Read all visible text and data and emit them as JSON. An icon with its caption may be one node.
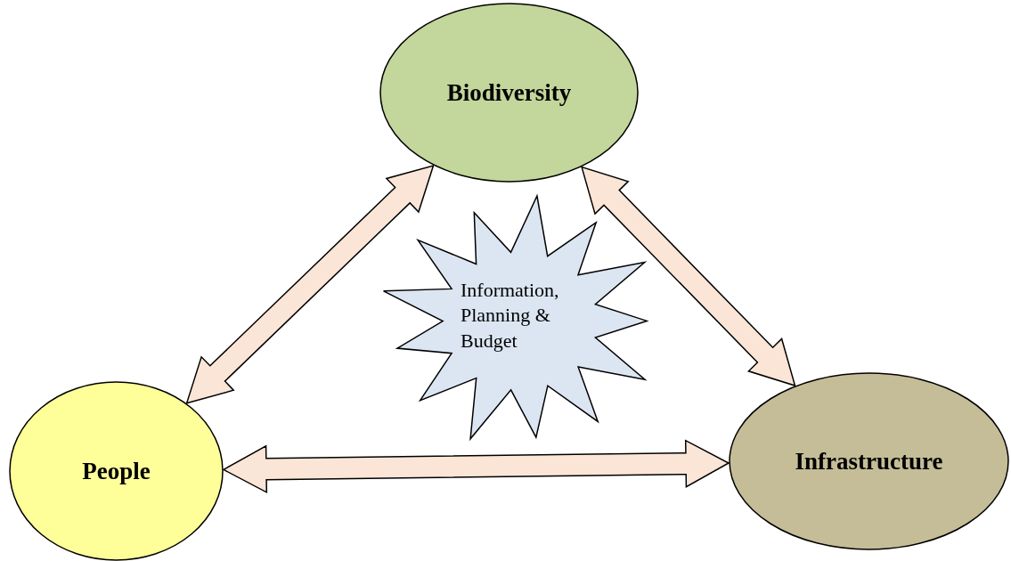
{
  "diagram": {
    "nodes": [
      {
        "text": [
          "Biodiversity"
        ]
      },
      {
        "text": [
          "Information, Planning & Budget"
        ]
      },
      {
        "text": [
          "People"
        ]
      },
      {
        "text": [
          "Infrastructure"
        ]
      }
    ],
    "edges": [
      {
        "from": 2,
        "to": 0,
        "arrow": "both"
      },
      {
        "from": 0,
        "to": 3,
        "arrow": "both"
      },
      {
        "from": 2,
        "to": 3,
        "arrow": "both"
      }
    ]
  }
}
